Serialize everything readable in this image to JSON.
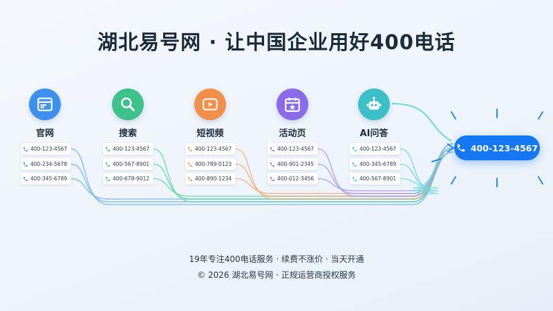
{
  "title": "湖北易号网 · 让中国企业用好400电话",
  "channels": [
    {
      "label": "官网",
      "icon": "browser-icon",
      "color": "#3d8ff0",
      "line": "#6fb0f2",
      "numbers": [
        "400-123-4567",
        "400-234-5678",
        "400-345-6789"
      ]
    },
    {
      "label": "搜索",
      "icon": "search-icon",
      "color": "#3cc28a",
      "line": "#5fd3a2",
      "numbers": [
        "400-123-4567",
        "400-567-8901",
        "400-678-9012"
      ]
    },
    {
      "label": "短视频",
      "icon": "video-icon",
      "color": "#f28f4a",
      "line": "#f3a978",
      "numbers": [
        "400-123-4567",
        "400-789-0123",
        "400-890-1234"
      ]
    },
    {
      "label": "活动页",
      "icon": "calendar-icon",
      "color": "#8a6ce8",
      "line": "#a996ee",
      "numbers": [
        "400-123-4567",
        "400-901-2345",
        "400-012-3456"
      ]
    },
    {
      "label": "AI问答",
      "icon": "robot-icon",
      "color": "#3cc0c8",
      "line": "#6fd6da",
      "numbers": [
        "400-123-4567",
        "400-345-6789",
        "400-567-8901"
      ]
    }
  ],
  "target_number": "400-123-4567",
  "target_color": "#1677f2",
  "footer": {
    "line1": "19年专注400电话服务 · 续费不涨价 · 当天开通",
    "line2": "© 2026 湖北易号网 · 正规运营商授权服务"
  }
}
